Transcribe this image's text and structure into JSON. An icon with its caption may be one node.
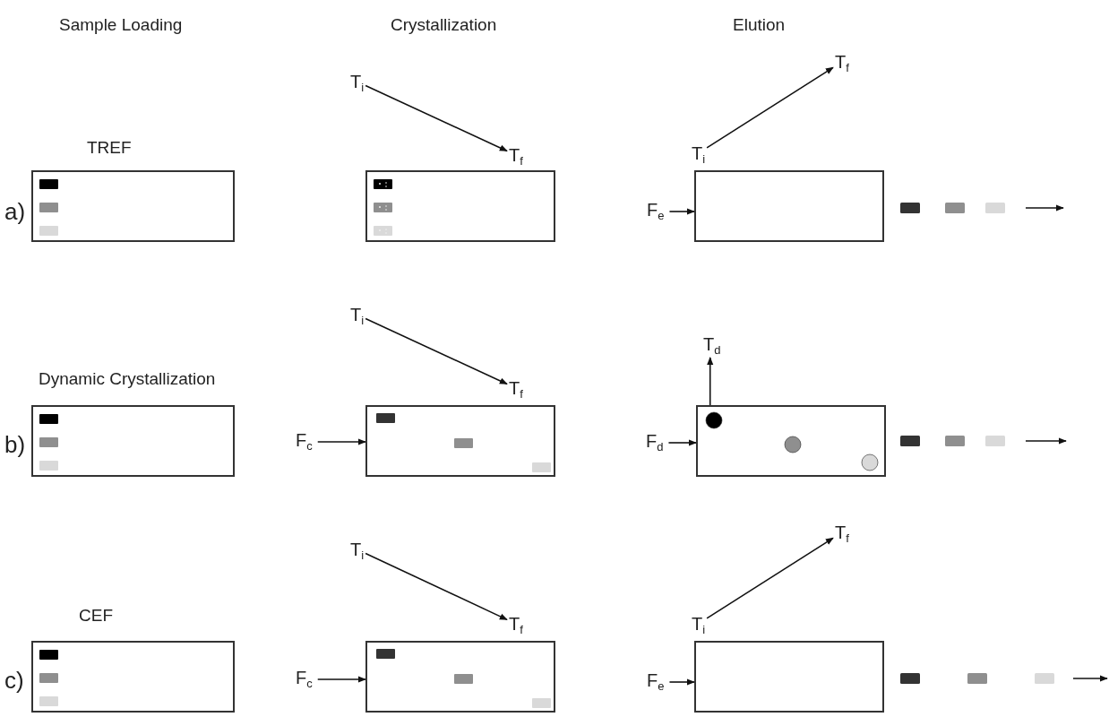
{
  "diagram": {
    "nodes": [
      {
        "text": [
          "TREF"
        ]
      },
      {
        "text": [
          "T$_{i}$"
        ]
      },
      {
        "text": [
          "T$_{f}$"
        ]
      },
      {
        "text": [],
        "shape": "box"
      },
      {
        "text": [
          "T$_{i}$"
        ]
      },
      {
        "text": [
          "T$_{f}$"
        ]
      },
      {
        "text": [
          "F$_{e}$"
        ]
      },
      {
        "text": [],
        "shape": "box"
      },
      {
        "text": [
          "Dynamic Crystallization"
        ]
      },
      {
        "text": [
          "T$_{i}$"
        ]
      },
      {
        "text": [
          "T$_{f}$"
        ]
      },
      {
        "text": [
          "F$_{c}$"
        ]
      },
      {
        "text": [],
        "shape": "box"
      },
      {
        "text": [
          "T$_{d}$"
        ]
      },
      {
        "text": [
          "F$_{d}$"
        ]
      },
      {
        "text": [],
        "shape": "box"
      },
      {
        "text": [
          "CEF"
        ]
      },
      {
        "text": [
          "T$_{i}$"
        ]
      },
      {
        "text": [
          "T$_{f}$"
        ]
      },
      {
        "text": [
          "F$_{c}$"
        ]
      },
      {
        "text": [],
        "shape": "box"
      },
      {
        "text": [
          "T$_{i}$"
        ]
      },
      {
        "text": [
          "T$_{f}$"
        ]
      },
      {
        "text": [
          "F$_{e}$"
        ]
      },
      {
        "text": [],
        "shape": "box"
      }
    ],
    "edges": [
      {
        "from": 1,
        "to": 2,
        "arrow": "to"
      },
      {
        "from": 4,
        "to": 5,
        "arrow": "to"
      },
      {
        "from": 6,
        "to": 7,
        "arrow": "to"
      },
      {
        "from": 9,
        "to": 10,
        "arrow": "to"
      },
      {
        "from": 11,
        "to": 12,
        "arrow": "to"
      },
      {
        "from": 15,
        "to": 13,
        "arrow": "to"
      },
      {
        "from": 14,
        "to": 15,
        "arrow": "to"
      },
      {
        "from": 17,
        "to": 18,
        "arrow": "to"
      },
      {
        "from": 19,
        "to": 20,
        "arrow": "to"
      },
      {
        "from": 21,
        "to": 22,
        "arrow": "to"
      },
      {
        "from": 23,
        "to": 24,
        "arrow": "to"
      }
    ],
    "labels": [
      "Sample Loading",
      "Crystallization",
      "Elution",
      "a)",
      "b)",
      "c)"
    ]
  }
}
